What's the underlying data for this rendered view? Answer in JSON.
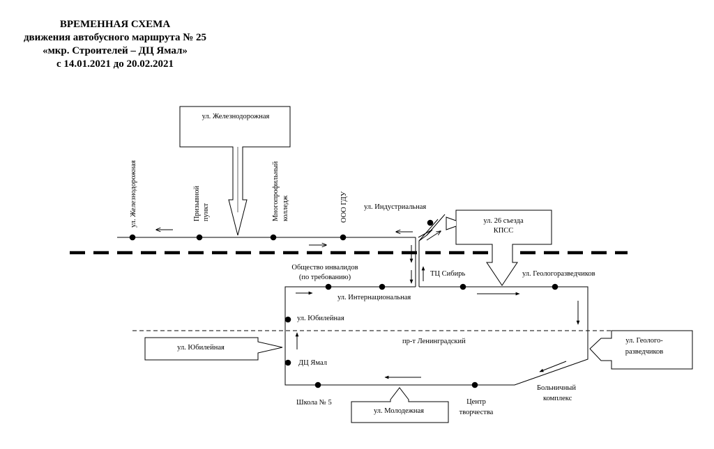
{
  "title": {
    "line1": "ВРЕМЕННАЯ СХЕМА",
    "line2": "движения автобусного маршрута № 25",
    "line3": "«мкр. Строителей – ДЦ Ямал»",
    "line4": "с 14.01.2021 до 20.02.2021"
  },
  "callouts": {
    "zheleznodorozhnaya": "ул. Железнодорожная",
    "kpss_line1": "ул. 26 съезда",
    "kpss_line2": "КПСС",
    "yubileynaya": "ул. Юбилейная",
    "geolog_line1": "ул. Геолого-",
    "geolog_line2": "разведчиков",
    "molodezhnaya": "ул. Молодежная"
  },
  "stops": {
    "zheleznodorozhnaya": "ул. Железнодорожная",
    "prizyvnoy_1": "Призывной",
    "prizyvnoy_2": "пункт",
    "college_1": "Многопрофильный",
    "college_2": "колледж",
    "ooo_gdu": "ООО ГДУ",
    "industrialnaya": "ул. Индустриальная",
    "obshchestvo_1": "Общество инвалидов",
    "obshchestvo_2": "(по требованию)",
    "tc_sibir": "ТЦ Сибирь",
    "geologorazvedchikov": "ул. Геологоразведчиков",
    "internatsionalnaya": "ул. Интернациональная",
    "yubileynaya": "ул. Юбилейная",
    "dc_yamal": "ДЦ Ямал",
    "shkola_5": "Школа № 5",
    "centr_1": "Центр",
    "centr_2": "творчества",
    "bolnichny_1": "Больничный",
    "bolnichny_2": "комплекс"
  },
  "streets": {
    "leningradsky": "пр-т Ленинградский"
  }
}
